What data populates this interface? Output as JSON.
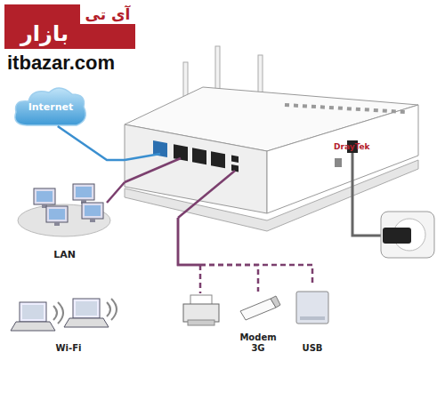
{
  "diagram": {
    "nodes": [
      {
        "text": [
          "Internet"
        ]
      },
      {
        "text": [
          "DrayTek"
        ]
      },
      {
        "text": [
          "LAN"
        ]
      },
      {
        "text": [
          "Wi-Fi"
        ]
      },
      {
        "text": [
          "Modem 3G"
        ]
      },
      {
        "text": [
          "USB"
        ]
      }
    ],
    "edges": [
      {
        "from": 1,
        "to": 0,
        "arrow": "none"
      },
      {
        "from": 1,
        "to": 2,
        "arrow": "none"
      },
      {
        "from": 1,
        "to": 4,
        "arrow": "none"
      },
      {
        "from": 1,
        "to": 5,
        "arrow": "none"
      }
    ],
    "labels": [
      "آی تی",
      "بازار",
      "itbazar.com"
    ]
  }
}
